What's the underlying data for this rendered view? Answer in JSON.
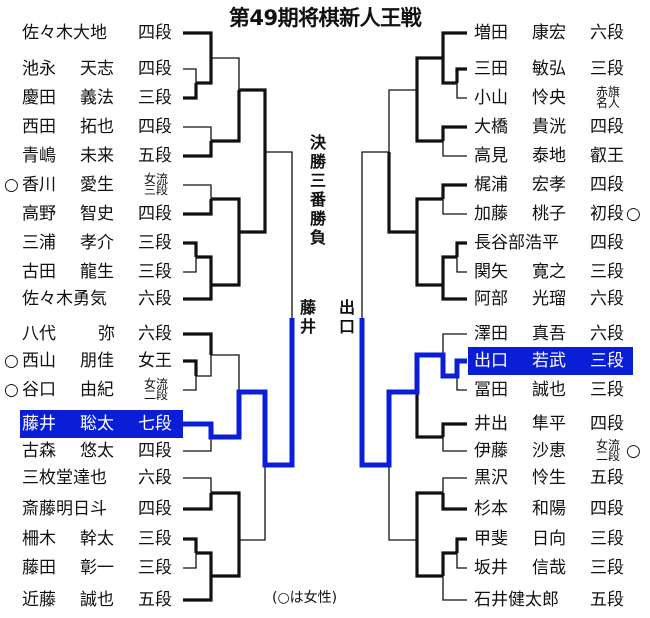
{
  "title": "第49期将棋新人王戦",
  "final_label": "決勝三番勝負",
  "finalist_left": "藤井",
  "finalist_right": "出口",
  "note": "(○は女性)",
  "colors": {
    "highlight": "#0a1ed8",
    "line": "#111111"
  },
  "left": [
    {
      "circle": "",
      "family": "佐々木大地",
      "given": "",
      "rank": "四段"
    },
    {
      "circle": "",
      "family": "池永",
      "given": "天志",
      "rank": "四段"
    },
    {
      "circle": "",
      "family": "慶田",
      "given": "義法",
      "rank": "三段"
    },
    {
      "circle": "",
      "family": "西田",
      "given": "拓也",
      "rank": "四段"
    },
    {
      "circle": "",
      "family": "青嶋",
      "given": "未来",
      "rank": "五段"
    },
    {
      "circle": "○",
      "family": "香川",
      "given": "愛生",
      "rank": "女流\n三段"
    },
    {
      "circle": "",
      "family": "高野",
      "given": "智史",
      "rank": "四段"
    },
    {
      "circle": "",
      "family": "三浦",
      "given": "孝介",
      "rank": "三段"
    },
    {
      "circle": "",
      "family": "古田",
      "given": "龍生",
      "rank": "三段"
    },
    {
      "circle": "",
      "family": "佐々木勇気",
      "given": "",
      "rank": "六段"
    },
    {
      "circle": "",
      "family": "八代",
      "given": "弥",
      "rank": "六段"
    },
    {
      "circle": "○",
      "family": "西山",
      "given": "朋佳",
      "rank": "女王"
    },
    {
      "circle": "○",
      "family": "谷口",
      "given": "由紀",
      "rank": "女流\n二段"
    },
    {
      "circle": "",
      "family": "藤井",
      "given": "聡太",
      "rank": "七段",
      "highlight": true
    },
    {
      "circle": "",
      "family": "古森",
      "given": "悠太",
      "rank": "四段"
    },
    {
      "circle": "",
      "family": "三枚堂達也",
      "given": "",
      "rank": "六段"
    },
    {
      "circle": "",
      "family": "斎藤明日斗",
      "given": "",
      "rank": "四段"
    },
    {
      "circle": "",
      "family": "柵木",
      "given": "幹太",
      "rank": "三段"
    },
    {
      "circle": "",
      "family": "藤田",
      "given": "彰一",
      "rank": "三段"
    },
    {
      "circle": "",
      "family": "近藤",
      "given": "誠也",
      "rank": "五段"
    }
  ],
  "right": [
    {
      "circle": "",
      "family": "増田",
      "given": "康宏",
      "rank": "六段"
    },
    {
      "circle": "",
      "family": "三田",
      "given": "敏弘",
      "rank": "三段"
    },
    {
      "circle": "",
      "family": "小山",
      "given": "怜央",
      "rank": "赤旗\n名人"
    },
    {
      "circle": "",
      "family": "大橋",
      "given": "貴洸",
      "rank": "四段"
    },
    {
      "circle": "",
      "family": "高見",
      "given": "泰地",
      "rank": "叡王"
    },
    {
      "circle": "",
      "family": "梶浦",
      "given": "宏孝",
      "rank": "四段"
    },
    {
      "circle": "○",
      "family": "加藤",
      "given": "桃子",
      "rank": "初段"
    },
    {
      "circle": "",
      "family": "長谷部浩平",
      "given": "",
      "rank": "四段"
    },
    {
      "circle": "",
      "family": "関矢",
      "given": "寛之",
      "rank": "三段"
    },
    {
      "circle": "",
      "family": "阿部",
      "given": "光瑠",
      "rank": "六段"
    },
    {
      "circle": "",
      "family": "澤田",
      "given": "真吾",
      "rank": "六段"
    },
    {
      "circle": "",
      "family": "出口",
      "given": "若武",
      "rank": "三段",
      "highlight": true
    },
    {
      "circle": "",
      "family": "冨田",
      "given": "誠也",
      "rank": "三段"
    },
    {
      "circle": "",
      "family": "井出",
      "given": "隼平",
      "rank": "四段"
    },
    {
      "circle": "○",
      "family": "伊藤",
      "given": "沙恵",
      "rank": "女流\n二段"
    },
    {
      "circle": "",
      "family": "黒沢",
      "given": "怜生",
      "rank": "五段"
    },
    {
      "circle": "",
      "family": "杉本",
      "given": "和陽",
      "rank": "四段"
    },
    {
      "circle": "",
      "family": "甲斐",
      "given": "日向",
      "rank": "三段"
    },
    {
      "circle": "",
      "family": "坂井",
      "given": "信哉",
      "rank": "三段"
    },
    {
      "circle": "",
      "family": "石井健太郎",
      "given": "",
      "rank": "五段"
    }
  ]
}
